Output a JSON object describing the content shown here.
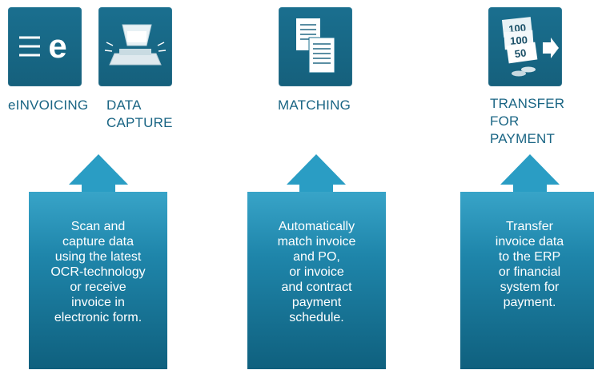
{
  "steps": [
    {
      "icon": "e-invoicing-icon",
      "label": "eINVOICING"
    },
    {
      "icon": "scanner-icon",
      "label": "DATA\nCAPTURE"
    },
    {
      "icon": "documents-icon",
      "label": "MATCHING"
    },
    {
      "icon": "money-transfer-icon",
      "label": "TRANSFER\nFOR\nPAYMENT"
    }
  ],
  "descriptions": [
    "Scan and\ncapture data\nusing the latest\nOCR-technology\nor receive\ninvoice in\nelectronic form.",
    "Automatically\nmatch invoice\nand PO,\nor invoice\nand contract\npayment\nschedule.",
    "Transfer\ninvoice data\nto the ERP\nor financial\nsystem for\npayment."
  ],
  "icon_text": {
    "e_letter": "e",
    "bill_1": "100",
    "bill_2": "100",
    "bill_3": "50"
  },
  "colors": {
    "tile": "#1a6f8f",
    "label": "#1a6584",
    "box_top": "#38a4c8",
    "box_bottom": "#0f607e"
  }
}
